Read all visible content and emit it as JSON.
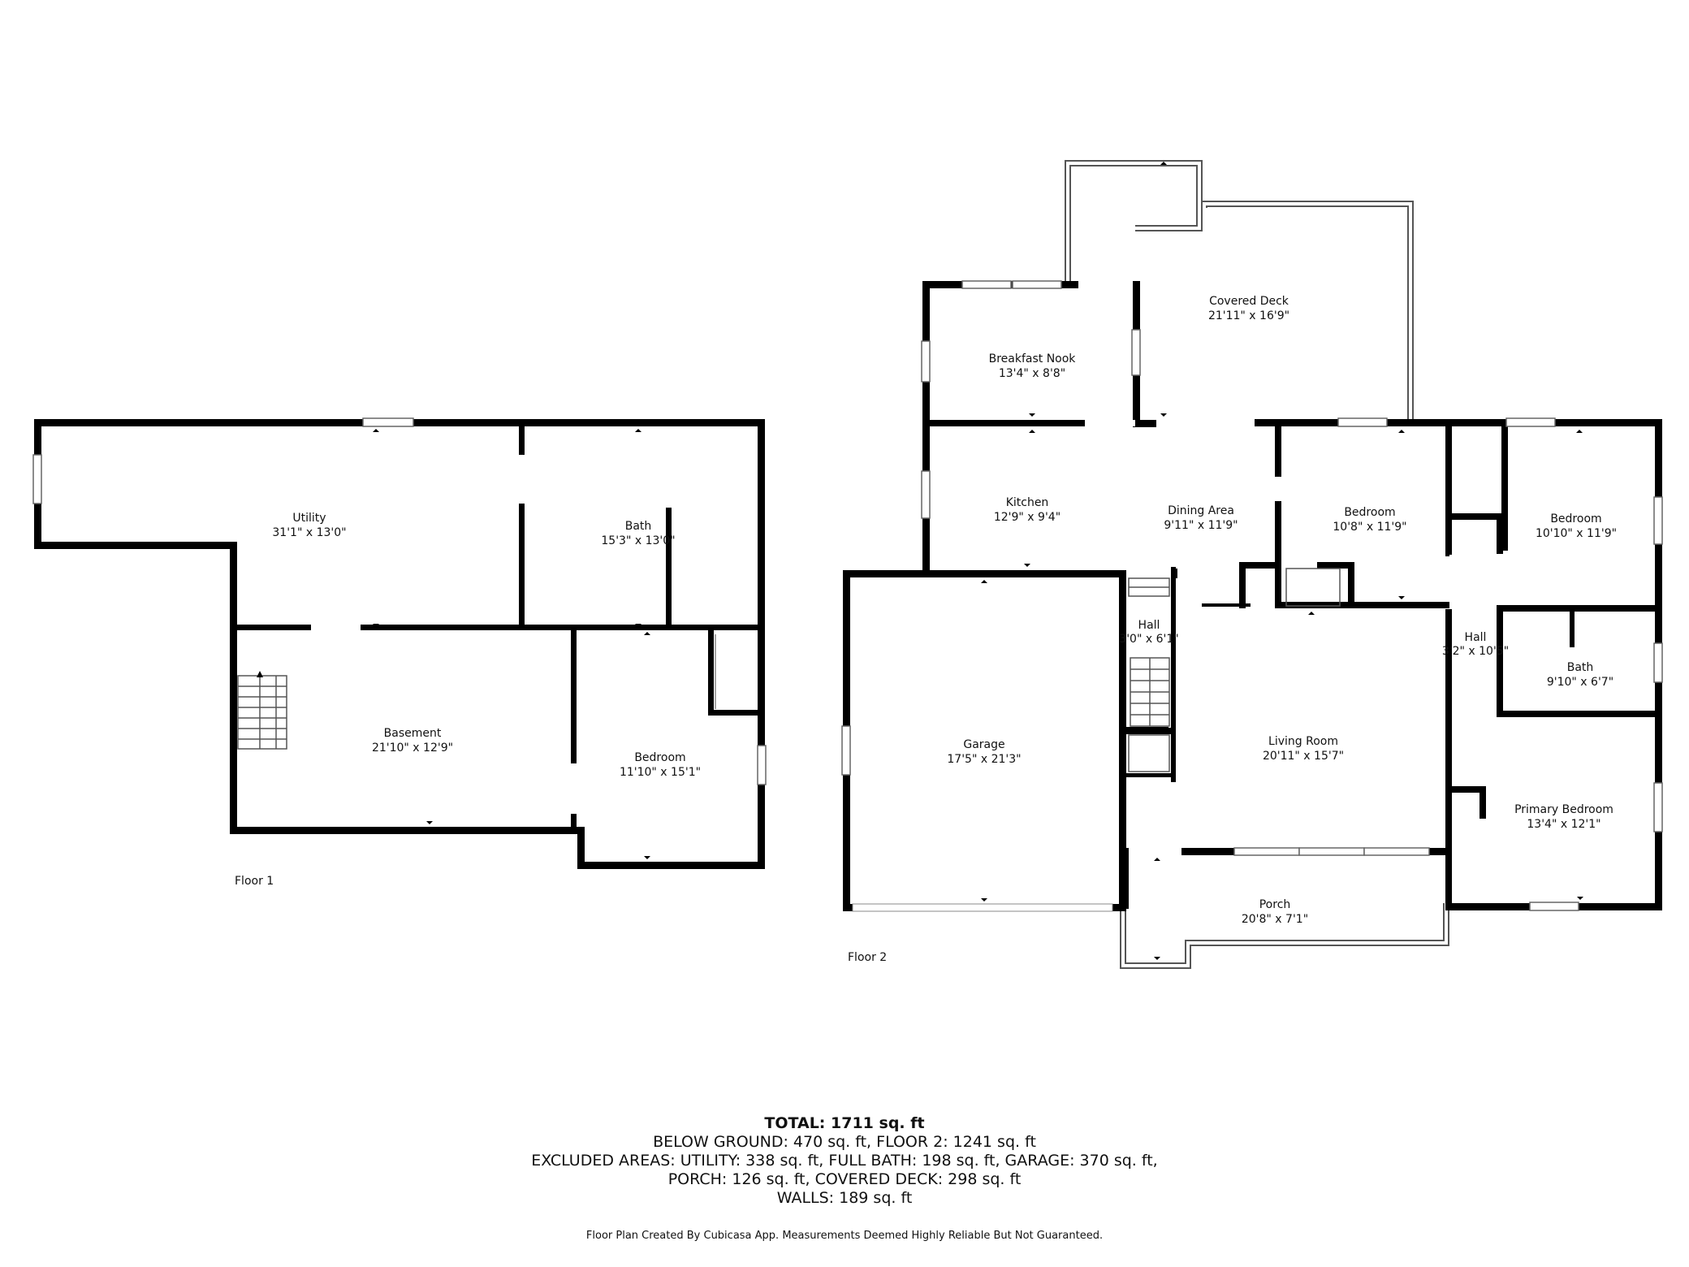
{
  "floors": [
    {
      "label": "Floor 1",
      "rooms": [
        {
          "name": "Utility",
          "dims": "31'1\" x 13'0\""
        },
        {
          "name": "Bath",
          "dims": "15'3\" x 13'0\""
        },
        {
          "name": "Basement",
          "dims": "21'10\" x 12'9\""
        },
        {
          "name": "Bedroom",
          "dims": "11'10\" x 15'1\""
        }
      ]
    },
    {
      "label": "Floor 2",
      "rooms": [
        {
          "name": "Covered Deck",
          "dims": "21'11\" x 16'9\""
        },
        {
          "name": "Breakfast Nook",
          "dims": "13'4\" x 8'8\""
        },
        {
          "name": "Kitchen",
          "dims": "12'9\" x 9'4\""
        },
        {
          "name": "Dining Area",
          "dims": "9'11\" x 11'9\""
        },
        {
          "name": "Bedroom",
          "dims": "10'8\" x 11'9\""
        },
        {
          "name": "Bedroom",
          "dims": "10'10\" x 11'9\""
        },
        {
          "name": "Hall",
          "dims": "3'0\" x 6'1\""
        },
        {
          "name": "Hall",
          "dims": "3'2\" x 10'5\""
        },
        {
          "name": "Bath",
          "dims": "9'10\" x 6'7\""
        },
        {
          "name": "Garage",
          "dims": "17'5\" x 21'3\""
        },
        {
          "name": "Living Room",
          "dims": "20'11\" x 15'7\""
        },
        {
          "name": "Primary Bedroom",
          "dims": "13'4\" x 12'1\""
        },
        {
          "name": "Porch",
          "dims": "20'8\" x 7'1\""
        }
      ]
    }
  ],
  "summary": {
    "total": "TOTAL: 1711 sq. ft",
    "line1": "BELOW GROUND: 470 sq. ft, FLOOR 2: 1241 sq. ft",
    "line2": "EXCLUDED AREAS: UTILITY: 338 sq. ft, FULL BATH: 198 sq. ft, GARAGE: 370 sq. ft,",
    "line3": "PORCH: 126 sq. ft, COVERED DECK: 298 sq. ft",
    "line4": "WALLS: 189 sq. ft"
  },
  "disclaimer": "Floor Plan Created By Cubicasa App. Measurements Deemed Highly Reliable But Not Guaranteed."
}
